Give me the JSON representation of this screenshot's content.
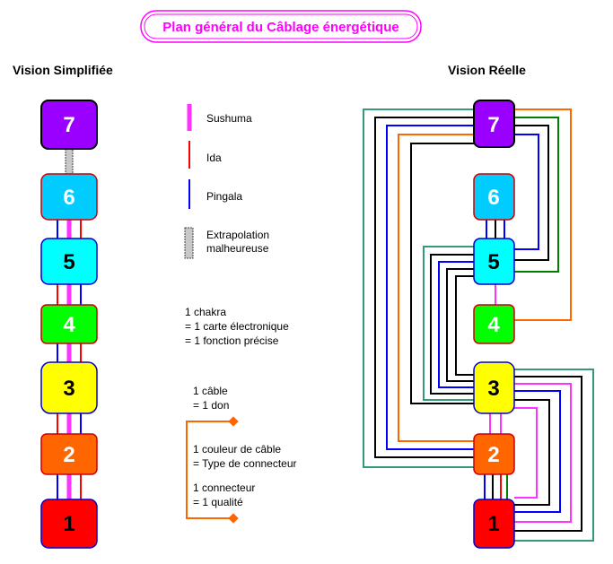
{
  "title": "Plan général du Câblage énergétique",
  "left_heading": "Vision Simplifiée",
  "right_heading": "Vision Réelle",
  "chakras": [
    {
      "label": "7",
      "color": "#9900ff"
    },
    {
      "label": "6",
      "color": "#00ccff"
    },
    {
      "label": "5",
      "color": "#00ffff"
    },
    {
      "label": "4",
      "color": "#00ff00"
    },
    {
      "label": "3",
      "color": "#ffff00"
    },
    {
      "label": "2",
      "color": "#ff6600"
    },
    {
      "label": "1",
      "color": "#ff0000"
    }
  ],
  "legend": {
    "sushuma": "Sushuma",
    "ida": "Ida",
    "pingala": "Pingala",
    "extrapolation_line1": "Extrapolation",
    "extrapolation_line2": "malheureuse"
  },
  "notes": {
    "chakra_line1": "1 chakra",
    "chakra_line2": "= 1 carte électronique",
    "chakra_line3": "= 1 fonction précise",
    "cable_line1": "1 câble",
    "cable_line2": "= 1 don",
    "couleur_line1": "1 couleur de câble",
    "couleur_line2": "= Type de connecteur",
    "connecteur_line1": "1 connecteur",
    "connecteur_line2": "= 1 qualité"
  },
  "colors": {
    "sushuma": "#ff33ff",
    "ida": "#ff0000",
    "pingala": "#0000ff",
    "orange": "#ff6600",
    "green": "#008000",
    "teal": "#339977",
    "black": "#000000"
  }
}
